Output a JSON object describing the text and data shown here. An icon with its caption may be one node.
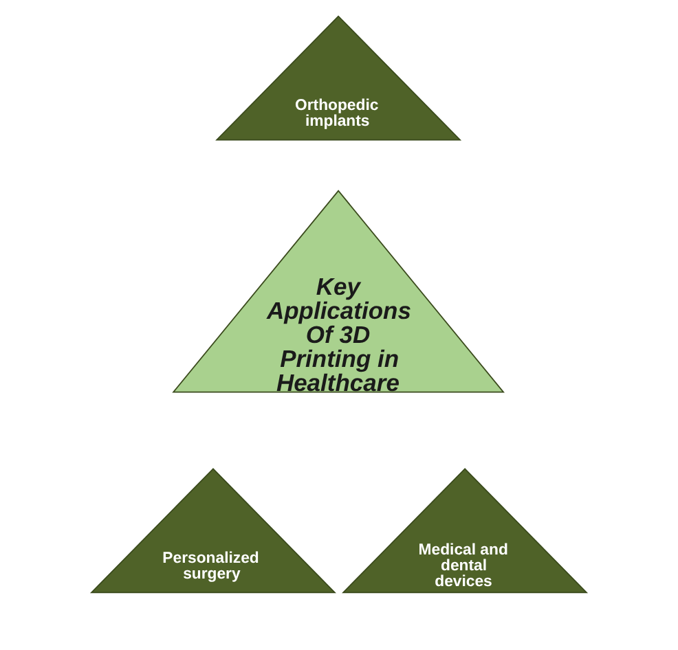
{
  "diagram": {
    "nodes": [
      {
        "text": [
          "Orthopedic implants"
        ]
      },
      {
        "text": [
          "Key Applications Of 3D Printing in Healthcare"
        ]
      },
      {
        "text": [
          "Personalized surgery"
        ]
      },
      {
        "text": [
          "Medical and dental devices"
        ]
      }
    ]
  }
}
